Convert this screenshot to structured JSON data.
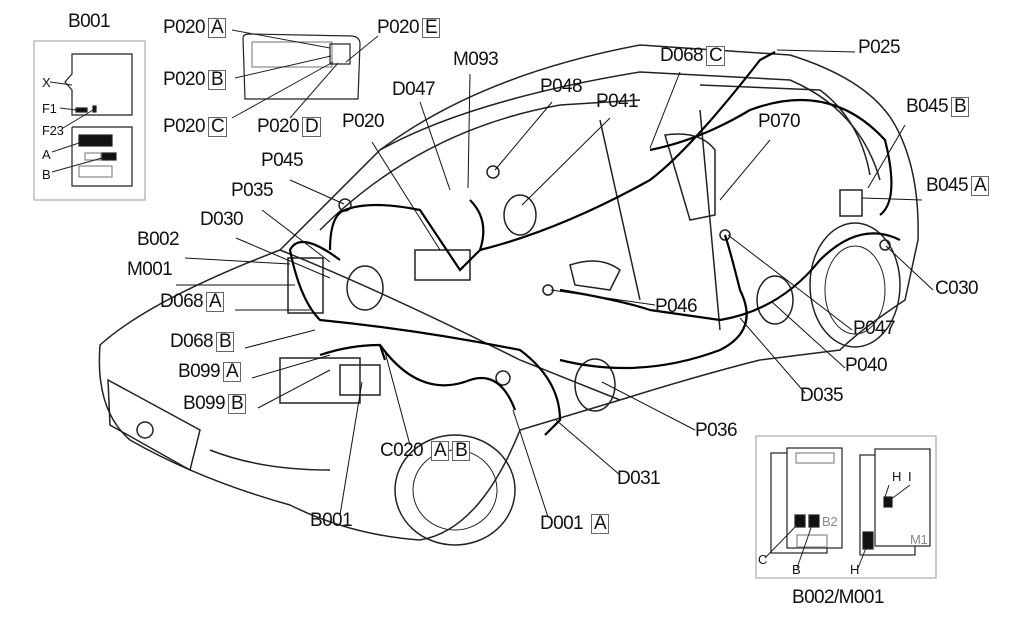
{
  "inset_fusebox": {
    "title": "B001",
    "labels": [
      "X",
      "F1",
      "F23",
      "A",
      "B"
    ]
  },
  "inset_connectors": {
    "title": "B002/M001",
    "labels": [
      "C",
      "B",
      "H",
      "H",
      "I"
    ],
    "module_marks": [
      "B2",
      "M1"
    ]
  },
  "callouts": {
    "p020a": {
      "code": "P020",
      "box": "A"
    },
    "p020e": {
      "code": "P020",
      "box": "E"
    },
    "p020b": {
      "code": "P020",
      "box": "B"
    },
    "p020c": {
      "code": "P020",
      "box": "C"
    },
    "p020d": {
      "code": "P020",
      "box": "D"
    },
    "d047": {
      "code": "D047"
    },
    "m093": {
      "code": "M093"
    },
    "p048": {
      "code": "P048"
    },
    "p041": {
      "code": "P041"
    },
    "d068c": {
      "code": "D068",
      "box": "C"
    },
    "p025": {
      "code": "P025"
    },
    "p070": {
      "code": "P070"
    },
    "b045b": {
      "code": "B045",
      "box": "B"
    },
    "b045a": {
      "code": "B045",
      "box": "A"
    },
    "p020": {
      "code": "P020"
    },
    "p045": {
      "code": "P045"
    },
    "p035": {
      "code": "P035"
    },
    "d030": {
      "code": "D030"
    },
    "b002": {
      "code": "B002"
    },
    "m001": {
      "code": "M001"
    },
    "d068a": {
      "code": "D068",
      "box": "A"
    },
    "d068b": {
      "code": "D068",
      "box": "B"
    },
    "b099a": {
      "code": "B099",
      "box": "A"
    },
    "b099b": {
      "code": "B099",
      "box": "B"
    },
    "c020": {
      "code": "C020",
      "box": "A",
      "box2": "B"
    },
    "b001": {
      "code": "B001"
    },
    "d001a": {
      "code": "D001",
      "box": "A"
    },
    "d031": {
      "code": "D031"
    },
    "p036": {
      "code": "P036"
    },
    "d035": {
      "code": "D035"
    },
    "p040": {
      "code": "P040"
    },
    "p047": {
      "code": "P047"
    },
    "p046": {
      "code": "P046"
    },
    "c030": {
      "code": "C030"
    }
  }
}
